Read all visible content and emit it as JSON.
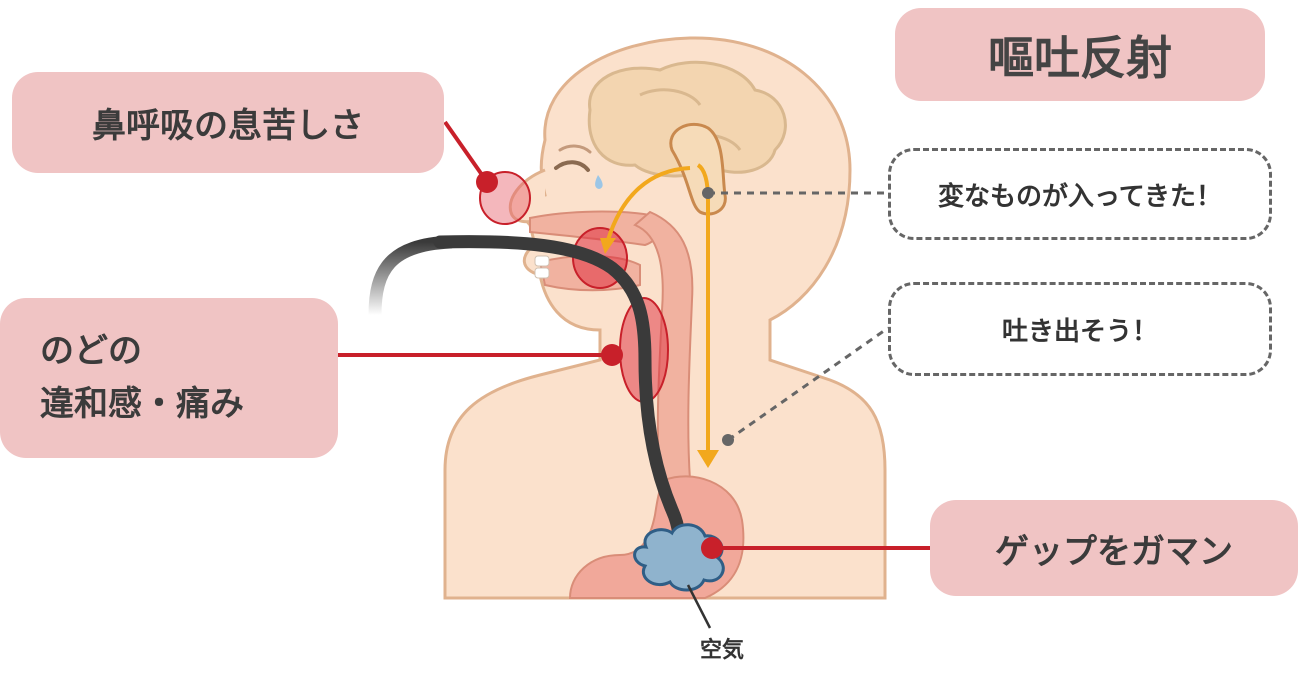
{
  "title": "嘔吐反射",
  "labels": {
    "nose": "鼻呼吸の息苦しさ",
    "throat_line1": "のどの",
    "throat_line2": "違和感・痛み",
    "burp": "ゲップをガマン"
  },
  "thoughts": {
    "brain": "変なものが入ってきた！",
    "vomit": "吐き出そう！"
  },
  "air_label": "空気",
  "colors": {
    "label_bg": "#f0c4c4",
    "marker": "#c8202a",
    "arrow": "#f2a81d",
    "tube": "#3a3a3a",
    "skin": "#fbe1cc",
    "air": "#8fb3cd"
  }
}
